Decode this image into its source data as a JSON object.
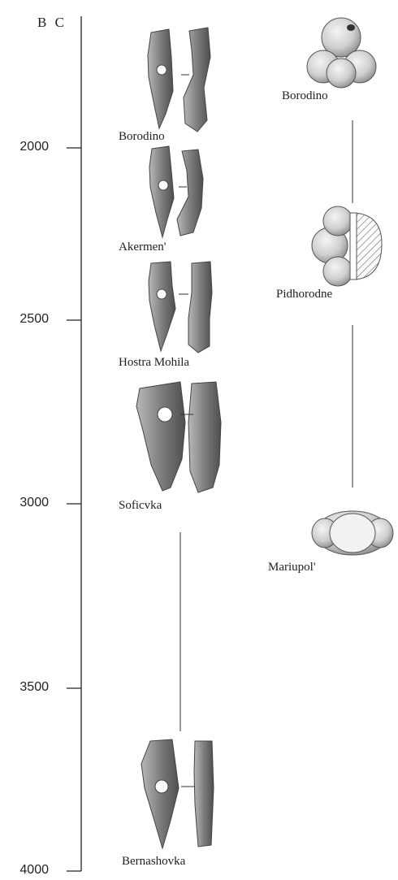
{
  "axis": {
    "title": "B C",
    "ticks": [
      "2000",
      "2500",
      "3000",
      "3500",
      "4000"
    ]
  },
  "axe_sites": [
    "Borodino",
    "Akermen'",
    "Hostra Mohila",
    "Soficvka",
    "Bernashovka"
  ],
  "mace_sites": [
    "Borodino",
    "Pidhorodne",
    "Mariupol'"
  ],
  "colors": {
    "stone": "#8c8c8c",
    "stone_dark": "#5a5a5a",
    "stone_light": "#c8c8c8",
    "ink": "#222222"
  }
}
